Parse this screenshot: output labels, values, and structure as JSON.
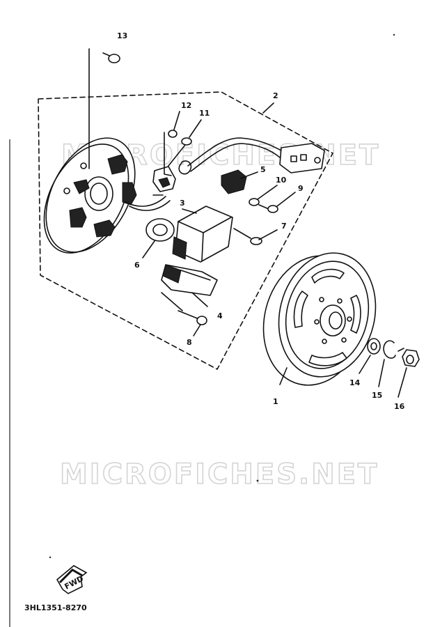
{
  "watermarks": [
    "MICROFICHES.NET",
    "MICROFICHES.NET"
  ],
  "fwd_label": "FWD",
  "drawing_code": "3HL1351-8270",
  "callouts": [
    "1",
    "2",
    "3",
    "4",
    "5",
    "6",
    "7",
    "8",
    "9",
    "10",
    "11",
    "12",
    "13",
    "14",
    "15",
    "16"
  ]
}
